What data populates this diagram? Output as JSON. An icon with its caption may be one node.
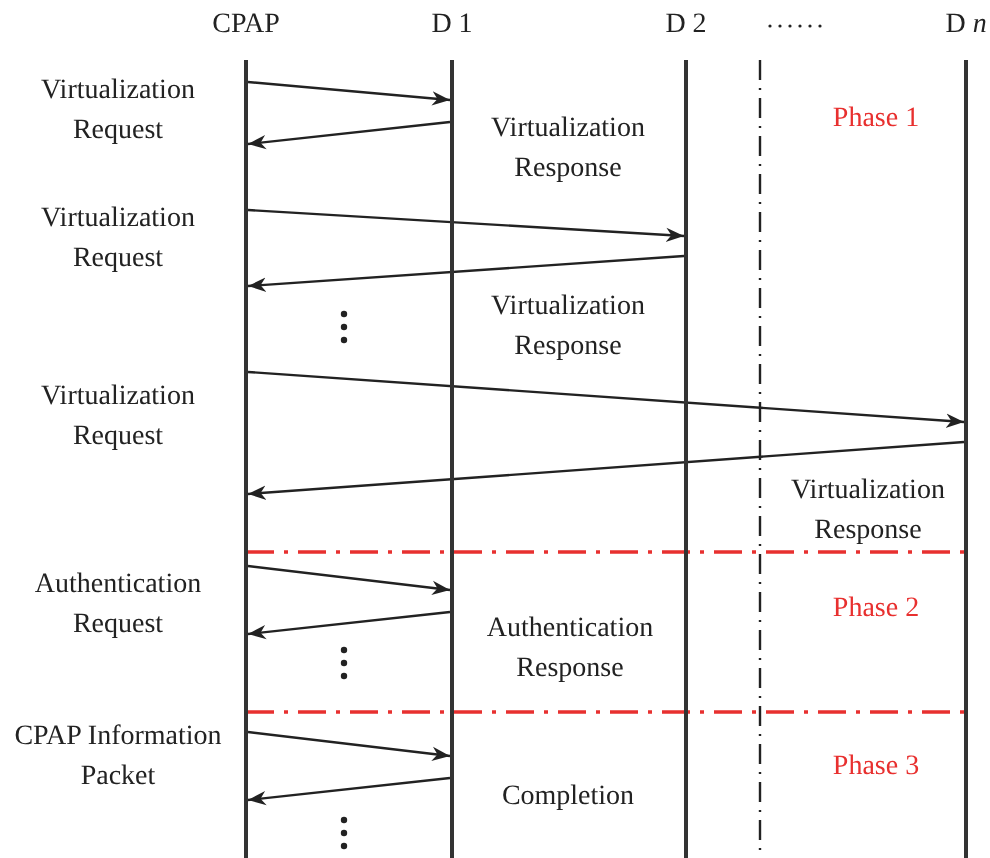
{
  "diagram": {
    "nodes": [
      {
        "text": [
          "CPAP"
        ]
      },
      {
        "text": [
          "D 1"
        ]
      },
      {
        "text": [
          "D 2"
        ]
      },
      {
        "text": [
          "D *n*"
        ]
      }
    ],
    "edges": [
      {
        "from": 0,
        "to": 1,
        "arrow": "to",
        "label": "Virtualization Request"
      },
      {
        "from": 1,
        "to": 0,
        "arrow": "to",
        "label": "Virtualization Response"
      },
      {
        "from": 0,
        "to": 2,
        "arrow": "to",
        "label": "Virtualization Request"
      },
      {
        "from": 2,
        "to": 0,
        "arrow": "to",
        "label": "Virtualization Response"
      },
      {
        "from": 0,
        "to": 3,
        "arrow": "to",
        "label": "Virtualization Request"
      },
      {
        "from": 3,
        "to": 0,
        "arrow": "to",
        "label": "Virtualization Response"
      },
      {
        "from": 0,
        "to": 1,
        "arrow": "to",
        "label": "Authentication Request"
      },
      {
        "from": 1,
        "to": 0,
        "arrow": "to",
        "label": "Authentication Response"
      },
      {
        "from": 0,
        "to": 1,
        "arrow": "to",
        "label": "CPAP Information Packet"
      },
      {
        "from": 1,
        "to": 0,
        "arrow": "to",
        "label": "Completion"
      }
    ],
    "labels": [
      "Phase 1",
      "Phase 2",
      "Phase 3"
    ]
  }
}
